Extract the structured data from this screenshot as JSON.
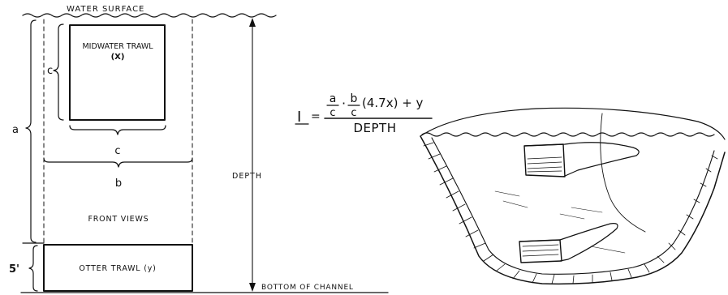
{
  "labels": {
    "water_surface": "WATER SURFACE",
    "midwater_trawl": "MIDWATER TRAWL",
    "midwater_var": "(X)",
    "dim_c_side": "c",
    "dim_c_bottom": "c",
    "dim_b": "b",
    "dim_a": "a",
    "dim_5ft": "5'",
    "front_views": "FRONT VIEWS",
    "otter_trawl": "OTTER TRAWL (y)",
    "depth": "DEPTH",
    "bottom_channel": "BOTTOM OF CHANNEL"
  },
  "formula": {
    "lhs": "I",
    "eq": "=",
    "frac1_num": "a",
    "frac1_den": "c",
    "dot": "·",
    "frac2_num": "b",
    "frac2_den": "c",
    "rest": "(4.7x) + y",
    "denominator": "DEPTH"
  }
}
